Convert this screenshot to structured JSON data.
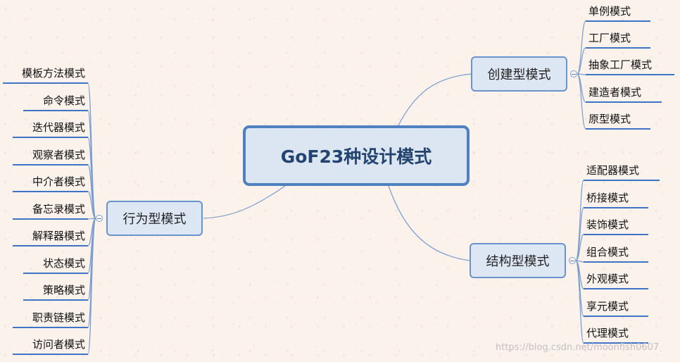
{
  "root": {
    "label": "GoF23种设计模式"
  },
  "branches": {
    "creational": {
      "label": "创建型模式",
      "leaves": [
        "单例模式",
        "工厂模式",
        "抽象工厂模式",
        "建造者模式",
        "原型模式"
      ]
    },
    "structural": {
      "label": "结构型模式",
      "leaves": [
        "适配器模式",
        "桥接模式",
        "装饰模式",
        "组合模式",
        "外观模式",
        "享元模式",
        "代理模式"
      ]
    },
    "behavioral": {
      "label": "行为型模式",
      "leaves": [
        "模板方法模式",
        "命令模式",
        "迭代器模式",
        "观察者模式",
        "中介者模式",
        "备忘录模式",
        "解释器模式",
        "状态模式",
        "策略模式",
        "职责链模式",
        "访问者模式"
      ]
    }
  },
  "watermark": "https://blog.csdn.net/moonfish0607",
  "colors": {
    "box_fill": "#dde7f4",
    "box_border": "#6a93c9",
    "line": "#7a9ccc",
    "underline": "#3f73c6"
  }
}
